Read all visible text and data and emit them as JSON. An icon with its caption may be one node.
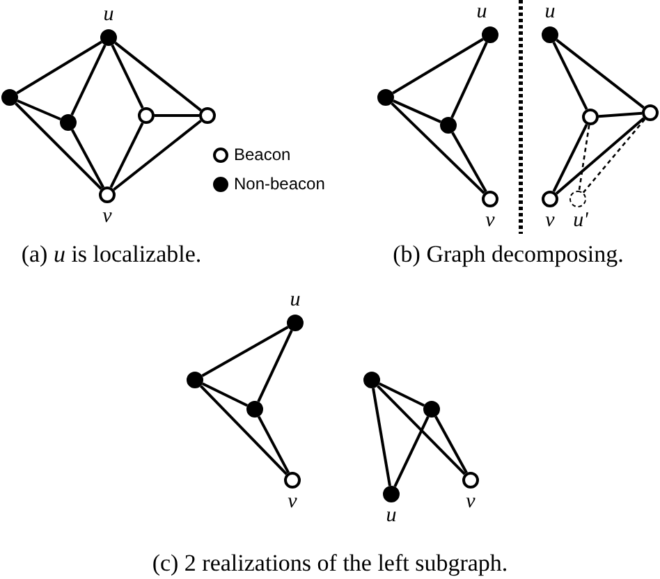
{
  "diagram": {
    "nodes": [
      {
        "text": [],
        "shape": "dot",
        "beside": [
          "u"
        ]
      },
      {
        "text": [],
        "shape": "dot"
      },
      {
        "text": [],
        "shape": "dot"
      },
      {
        "text": [],
        "shape": "circle"
      },
      {
        "text": [],
        "shape": "circle"
      },
      {
        "text": [],
        "shape": "circle",
        "beside": [
          "v"
        ]
      },
      {
        "text": [],
        "shape": "dot",
        "beside": [
          "u"
        ]
      },
      {
        "text": [],
        "shape": "dot"
      },
      {
        "text": [],
        "shape": "dot"
      },
      {
        "text": [],
        "shape": "circle",
        "beside": [
          "v"
        ]
      },
      {
        "text": [],
        "shape": "dot",
        "beside": [
          "u"
        ]
      },
      {
        "text": [],
        "shape": "circle"
      },
      {
        "text": [],
        "shape": "circle"
      },
      {
        "text": [],
        "shape": "circle",
        "beside": [
          "v"
        ]
      },
      {
        "text": [],
        "shape": "dashed-circle",
        "beside": [
          "u'"
        ]
      },
      {
        "text": [],
        "shape": "dot",
        "beside": [
          "u"
        ]
      },
      {
        "text": [],
        "shape": "dot"
      },
      {
        "text": [],
        "shape": "dot"
      },
      {
        "text": [],
        "shape": "circle",
        "beside": [
          "v"
        ]
      },
      {
        "text": [],
        "shape": "dot"
      },
      {
        "text": [],
        "shape": "dot"
      },
      {
        "text": [],
        "shape": "circle",
        "beside": [
          "v"
        ]
      },
      {
        "text": [],
        "shape": "dot",
        "beside": [
          "u"
        ]
      }
    ],
    "edges": [
      {
        "from": 0,
        "to": 1,
        "arrow": "none"
      },
      {
        "from": 0,
        "to": 2,
        "arrow": "none"
      },
      {
        "from": 0,
        "to": 3,
        "arrow": "none"
      },
      {
        "from": 0,
        "to": 4,
        "arrow": "none"
      },
      {
        "from": 1,
        "to": 2,
        "arrow": "none"
      },
      {
        "from": 1,
        "to": 5,
        "arrow": "none"
      },
      {
        "from": 2,
        "to": 5,
        "arrow": "none"
      },
      {
        "from": 3,
        "to": 4,
        "arrow": "none"
      },
      {
        "from": 3,
        "to": 5,
        "arrow": "none"
      },
      {
        "from": 4,
        "to": 5,
        "arrow": "none"
      },
      {
        "from": 6,
        "to": 7,
        "arrow": "none"
      },
      {
        "from": 6,
        "to": 8,
        "arrow": "none"
      },
      {
        "from": 7,
        "to": 8,
        "arrow": "none"
      },
      {
        "from": 7,
        "to": 9,
        "arrow": "none"
      },
      {
        "from": 8,
        "to": 9,
        "arrow": "none"
      },
      {
        "from": 10,
        "to": 11,
        "arrow": "none"
      },
      {
        "from": 10,
        "to": 12,
        "arrow": "none"
      },
      {
        "from": 11,
        "to": 12,
        "arrow": "none"
      },
      {
        "from": 11,
        "to": 13,
        "arrow": "none"
      },
      {
        "from": 12,
        "to": 13,
        "arrow": "none"
      },
      {
        "from": 11,
        "to": 14,
        "arrow": "none",
        "style": "dashed"
      },
      {
        "from": 12,
        "to": 14,
        "arrow": "none",
        "style": "dashed"
      },
      {
        "from": 15,
        "to": 16,
        "arrow": "none"
      },
      {
        "from": 15,
        "to": 17,
        "arrow": "none"
      },
      {
        "from": 16,
        "to": 17,
        "arrow": "none"
      },
      {
        "from": 16,
        "to": 18,
        "arrow": "none"
      },
      {
        "from": 17,
        "to": 18,
        "arrow": "none"
      },
      {
        "from": 19,
        "to": 20,
        "arrow": "none"
      },
      {
        "from": 19,
        "to": 22,
        "arrow": "none"
      },
      {
        "from": 19,
        "to": 21,
        "arrow": "none"
      },
      {
        "from": 20,
        "to": 22,
        "arrow": "none"
      },
      {
        "from": 20,
        "to": 21,
        "arrow": "none"
      }
    ],
    "labels": [
      "(a) *u* is localizable.",
      "(b) Graph decomposing.",
      "(c) 2 realizations of the left subgraph."
    ],
    "legend": [
      {
        "text": "Beacon"
      },
      {
        "text": "Non-beacon"
      }
    ]
  }
}
